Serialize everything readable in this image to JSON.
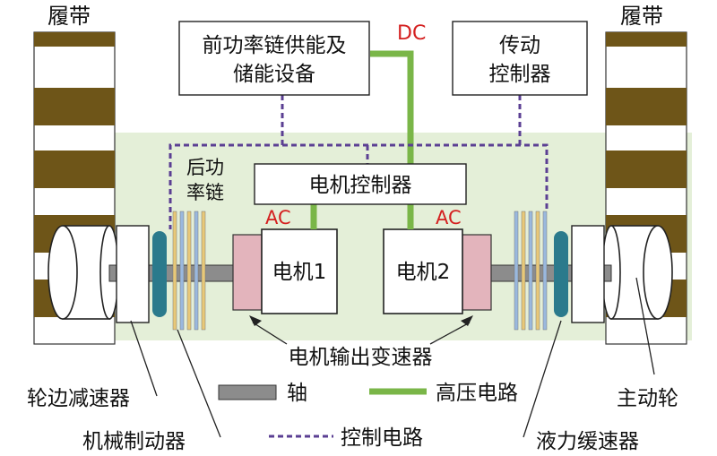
{
  "labels": {
    "track_left": "履带",
    "track_right": "履带",
    "front_power_chain_line1": "前功率链供能及",
    "front_power_chain_line2": "储能设备",
    "dc": "DC",
    "transmission_controller_line1": "传动",
    "transmission_controller_line2": "控制器",
    "rear_power_chain_line1": "后功",
    "rear_power_chain_line2": "率链",
    "motor_controller": "电机控制器",
    "ac_left": "AC",
    "ac_right": "AC",
    "motor1": "电机1",
    "motor2": "电机2",
    "motor_output_gearbox": "电机输出变速器",
    "hub_reducer": "轮边减速器",
    "mechanical_brake": "机械制动器",
    "drive_wheel": "主动轮",
    "hydraulic_retarder": "液力缓速器"
  },
  "legend": {
    "shaft": "轴",
    "high_voltage": "高压电路",
    "control": "控制电路"
  },
  "colors": {
    "chassis_bg": "#e4efd8",
    "track_dark": "#6e5518",
    "shaft_gray": "#8c8c8c",
    "hv_green": "#7ab648",
    "control_purple": "#5b3f93",
    "gearbox_pink": "#e3b4bc",
    "retarder_teal": "#2b7a8c",
    "ac_dc_red": "#d42020"
  }
}
